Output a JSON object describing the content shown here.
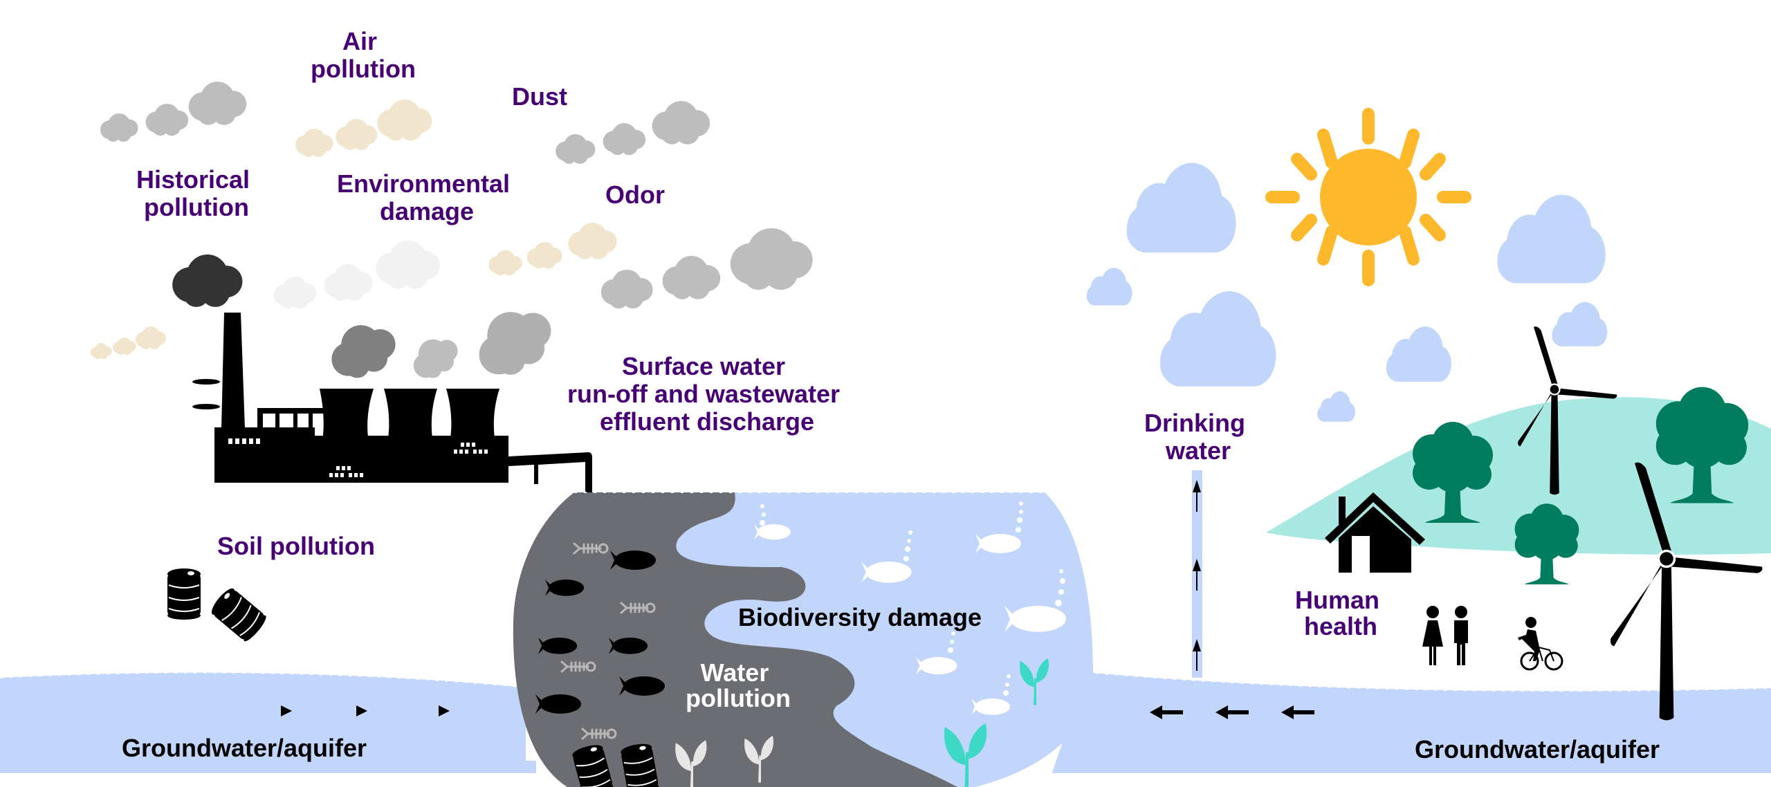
{
  "title": "Environmental impact diagram: industrial pollution vs. healthy ecosystem",
  "colors": {
    "label_purple": "#460073",
    "water_light_blue": "#C2D5FA",
    "polluted_water_gray": "#6B6D72",
    "smoke_gray": "#BDBDBD",
    "smoke_dark": "#333333",
    "dust_beige": "#F1E6CD",
    "sun_yellow": "#FDB82C",
    "cloud_blue": "#C2D5FA",
    "hill_teal": "#A8E8E0",
    "tree_green": "#007C5E",
    "plant_teal": "#3ED9C6",
    "plant_light_gray": "#E6E6E6"
  },
  "labels": {
    "air_pollution": [
      "Air",
      "pollution"
    ],
    "dust": "Dust",
    "historical_pollution": [
      "Historical",
      "pollution"
    ],
    "environmental_damage": [
      "Environmental",
      "damage"
    ],
    "odor": "Odor",
    "surface_water": [
      "Surface water",
      "run-off and wastewater",
      "effluent discharge"
    ],
    "soil_pollution": "Soil pollution",
    "biodiversity_damage": "Biodiversity damage",
    "water_pollution": [
      "Water",
      "pollution"
    ],
    "drinking_water": [
      "Drinking",
      "water"
    ],
    "human_health": [
      "Human",
      "health"
    ],
    "groundwater_left": "Groundwater/aquifer",
    "groundwater_right": "Groundwater/aquifer"
  },
  "icons": {
    "factory": "factory-icon",
    "cooling_towers": "cooling-tower-icon",
    "oil_barrel": "oil-barrel-icon",
    "fish": "fish-icon",
    "dead_fish": "fish-skeleton-icon",
    "plant": "plant-sprout-icon",
    "sun": "sun-icon",
    "cloud": "cloud-icon",
    "wind_turbine": "wind-turbine-icon",
    "tree": "tree-icon",
    "house": "house-icon",
    "people": "man-woman-icon",
    "cyclist": "cyclist-icon",
    "flow_arrow_right": "arrow-right-icon",
    "flow_arrow_left": "arrow-left-icon",
    "flow_arrow_up": "arrow-up-icon"
  }
}
